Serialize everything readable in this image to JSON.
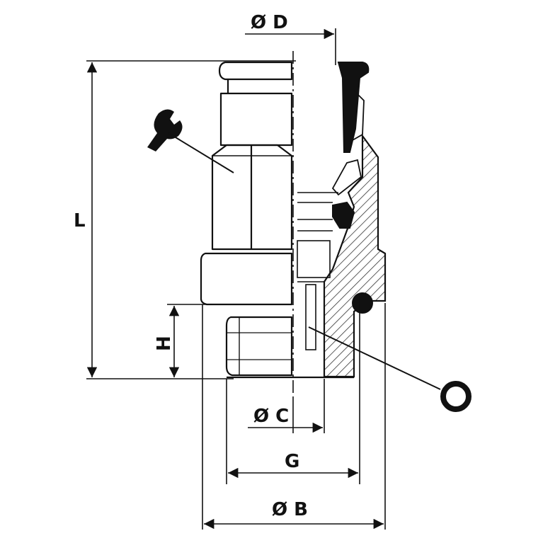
{
  "labels": {
    "dia_d": "Ø D",
    "length": "L",
    "height": "H",
    "dia_c": "Ø C",
    "thread": "G",
    "dia_b": "Ø B"
  },
  "icons": {
    "wrench": "wrench-icon",
    "oring": "o-ring-icon"
  },
  "colors": {
    "ink": "#111111",
    "hatch": "#333333",
    "background": "#ffffff"
  }
}
